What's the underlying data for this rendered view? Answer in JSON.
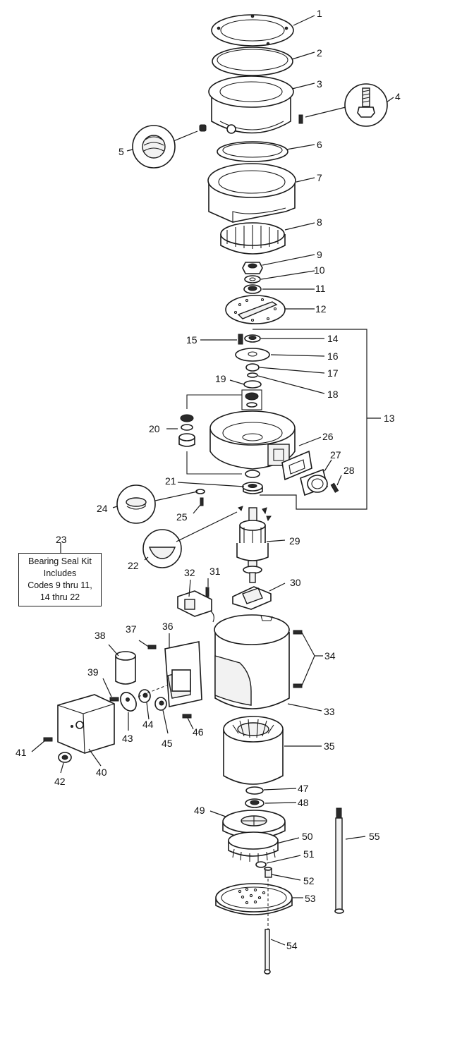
{
  "callouts": [
    "1",
    "2",
    "3",
    "4",
    "5",
    "6",
    "7",
    "8",
    "9",
    "10",
    "11",
    "12",
    "13",
    "14",
    "15",
    "16",
    "17",
    "18",
    "19",
    "20",
    "21",
    "22",
    "23",
    "24",
    "25",
    "26",
    "27",
    "28",
    "29",
    "30",
    "31",
    "32",
    "33",
    "34",
    "35",
    "36",
    "37",
    "38",
    "39",
    "40",
    "41",
    "42",
    "43",
    "44",
    "45",
    "46",
    "47",
    "48",
    "49",
    "50",
    "51",
    "52",
    "53",
    "54",
    "55"
  ],
  "kit_box": {
    "line1": "Bearing Seal Kit",
    "line2": "Includes",
    "line3": "Codes 9 thru 11,",
    "line4": "14 thru 22"
  }
}
